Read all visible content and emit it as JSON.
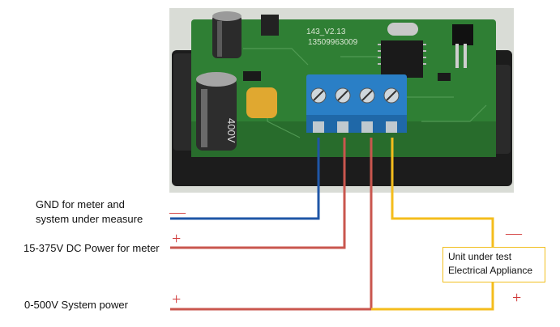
{
  "labels": {
    "gnd_line1": "GND for meter and",
    "gnd_line2": "system under measure",
    "power_meter": "15-375V DC Power for meter",
    "system_power": "0-500V System power",
    "unit_line1": "Unit under test",
    "unit_line2": "Electrical Appliance"
  },
  "signs": {
    "gnd_minus": "—",
    "meter_plus": "+",
    "system_plus": "+",
    "unit_minus": "—",
    "unit_plus": "+"
  },
  "board_text": {
    "pcb_code": "143_V2.13",
    "pcb_phone": "13509963009",
    "cap_voltage": "400V"
  },
  "colors": {
    "gnd_wire": "#1f56a6",
    "power_wire": "#c9564e",
    "test_wire": "#f4bd1c",
    "pcb_green": "#2f7f34",
    "terminal_blue": "#2a7fc6",
    "minus_sign": "#d64a4a",
    "plus_sign": "#d13a3a"
  }
}
